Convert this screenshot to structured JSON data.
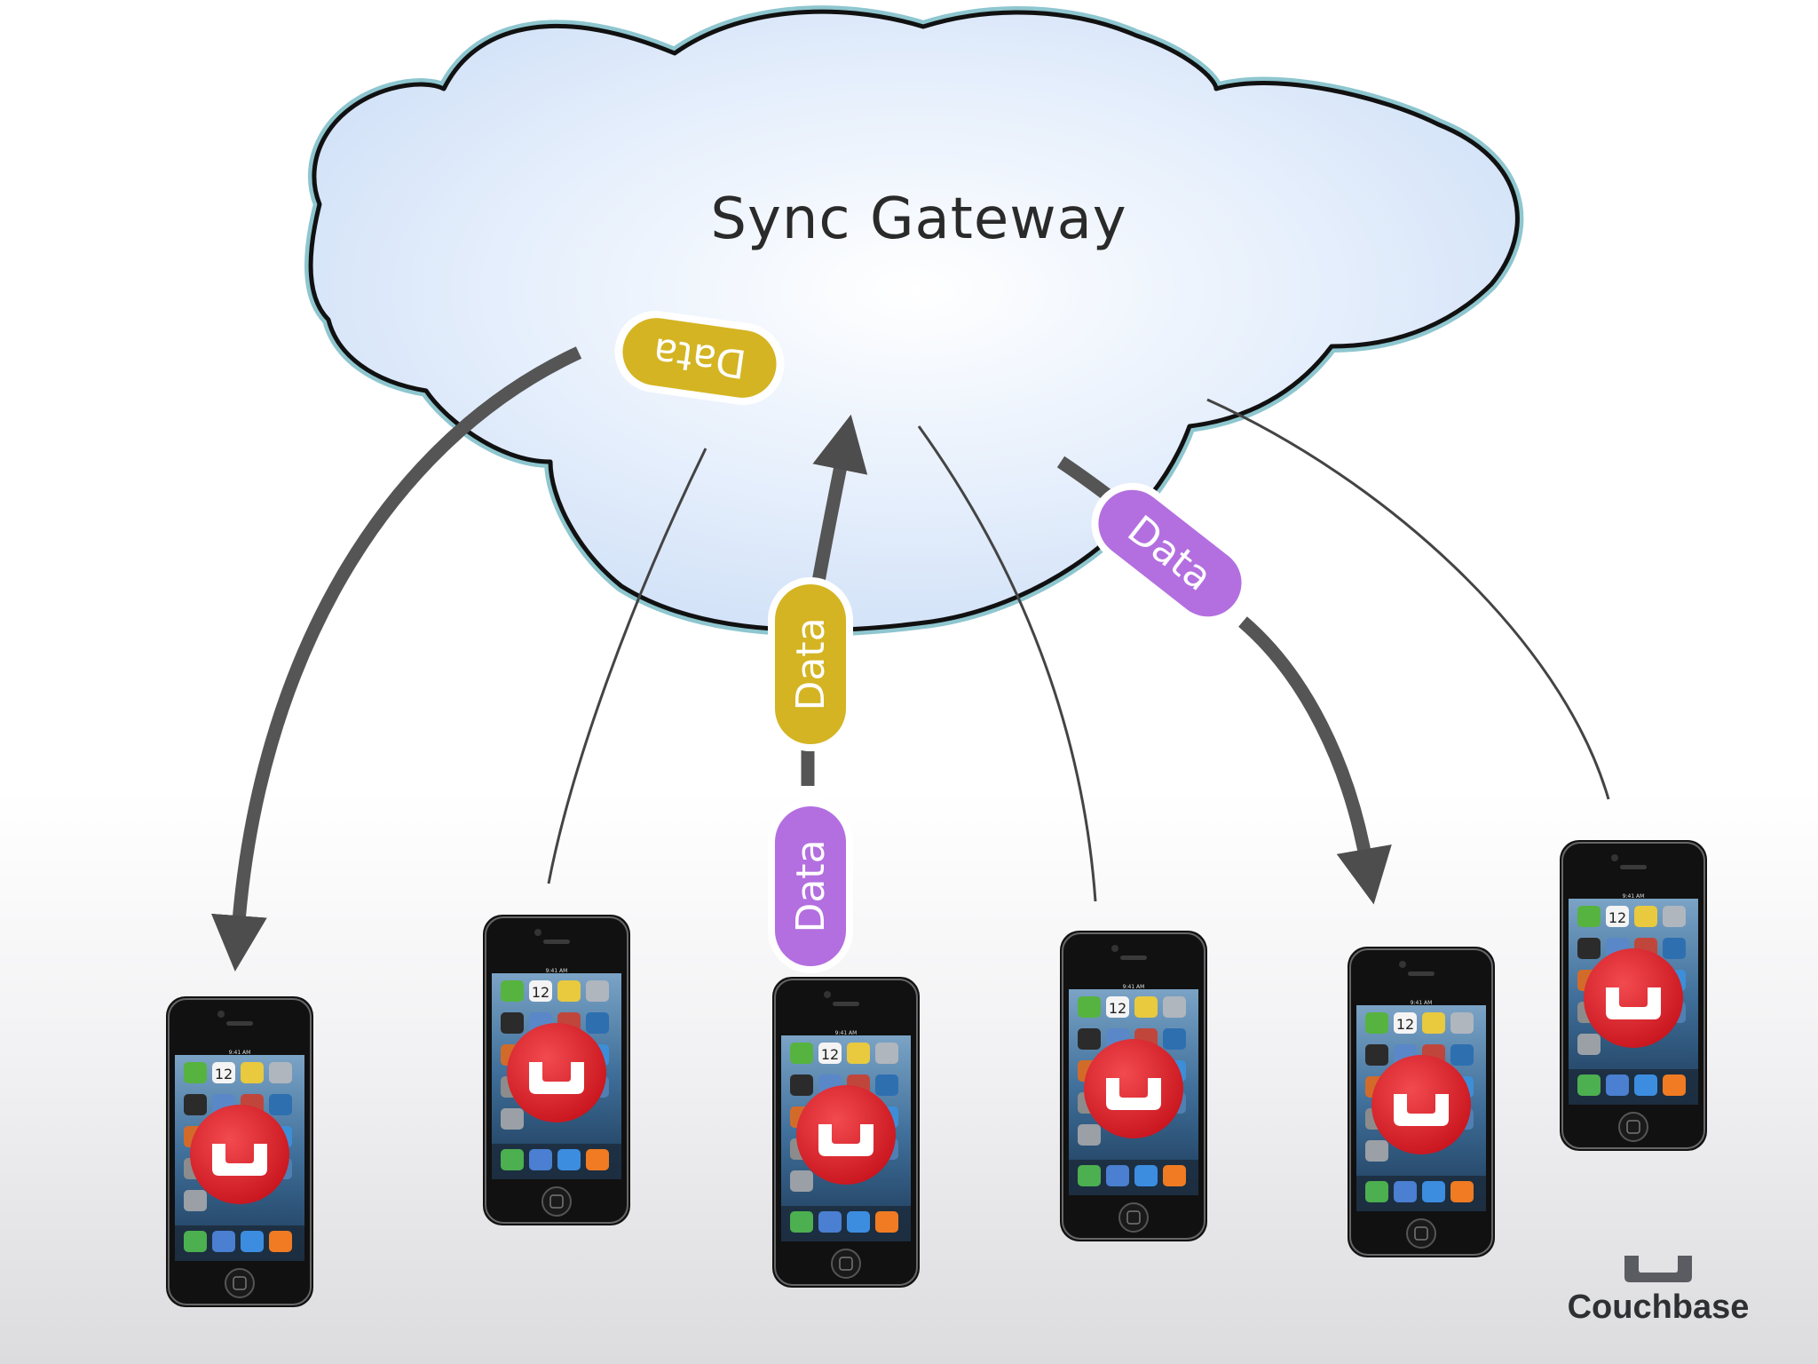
{
  "cloud": {
    "title": "Sync Gateway"
  },
  "pills": [
    {
      "label": "Data",
      "color": "#d4b422"
    },
    {
      "label": "Data",
      "color": "#d4b422"
    },
    {
      "label": "Data",
      "color": "#b36fe0"
    },
    {
      "label": "Data",
      "color": "#b36fe0"
    }
  ],
  "phones": {
    "count": 6,
    "status_time": "9:41 AM",
    "calendar_day": "12",
    "app_logo_color": "#e8252e"
  },
  "brand": {
    "name": "Couchbase"
  },
  "colors": {
    "arrow": "#555555",
    "line": "#444444",
    "cloud_outline": "#111111",
    "cloud_halo": "#8ec6cf"
  }
}
